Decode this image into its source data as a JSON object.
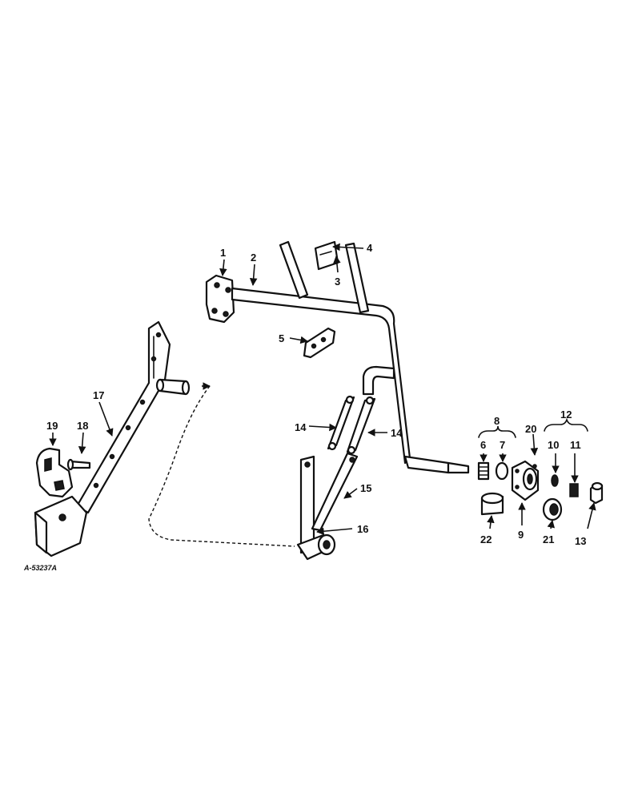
{
  "diagram": {
    "reference_code": "A-53237A",
    "callouts": {
      "c1": "1",
      "c2": "2",
      "c3": "3",
      "c4": "4",
      "c5": "5",
      "c6": "6",
      "c7": "7",
      "c8": "8",
      "c9": "9",
      "c10": "10",
      "c11": "11",
      "c12": "12",
      "c13": "13",
      "c14a": "14",
      "c14b": "14",
      "c15": "15",
      "c16": "16",
      "c17": "17",
      "c18": "18",
      "c19": "19",
      "c20": "20",
      "c21": "21",
      "c22": "22"
    }
  }
}
